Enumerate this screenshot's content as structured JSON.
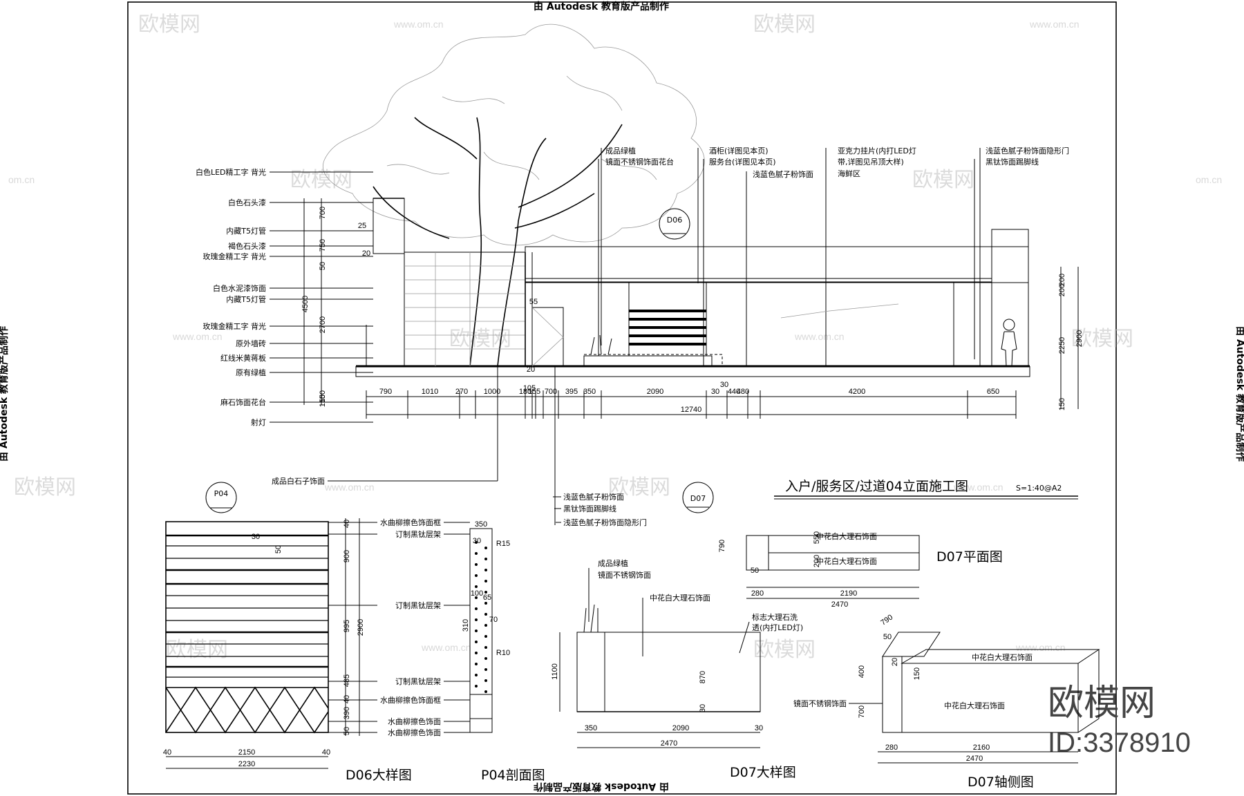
{
  "banner": {
    "top": "由 Autodesk 教育版产品制作",
    "bottom": "由 Autodesk 教育版产品制作",
    "left": "由 Autodesk 教育版产品制作",
    "right": "由 Autodesk 教育版产品制作"
  },
  "watermark": {
    "brand": "欧模网",
    "site": "www.om.cn",
    "short": "om.cn",
    "id": "ID:3378910"
  },
  "elevation": {
    "title": "入户/服务区/过道04立面施工图",
    "scale": "S=1:40@A2",
    "left_labels": [
      "白色LED精工字 背光",
      "白色石头漆",
      "内藏T5灯管",
      "褐色石头漆",
      "玫瑰金精工字 背光",
      "白色水泥漆饰面",
      "内藏T5灯管",
      "玫瑰金精工字 背光",
      "原外墙砖",
      "红线米黄蒋板",
      "原有绿植",
      "麻石饰面花台",
      "射灯"
    ],
    "top_labels": [
      "成品绿植",
      "镜面不锈钢饰面花台",
      "酒柜(详图见本页)",
      "服务台(详图见本页)",
      "浅蓝色腻子粉饰面",
      "亚克力挂片(内打LED灯",
      "带,详图见吊顶大样)",
      "海鲜区",
      "浅蓝色腻子粉饰面隐形门",
      "黑钛饰面踢脚线"
    ],
    "bottom_labels": [
      "成品白石子饰面",
      "浅蓝色腻子粉饰面",
      "黑钛饰面踢脚线",
      "浅蓝色腻子粉饰面隐形门"
    ],
    "left_dims": [
      "700",
      "750",
      "50",
      "4500",
      "2700",
      "150",
      "150"
    ],
    "right_dims": [
      "200",
      "200",
      "2900",
      "2250",
      "150"
    ],
    "bottom_dims": [
      "790",
      "1010",
      "270",
      "1000",
      "180",
      "155",
      "700",
      "395",
      "350",
      "2090",
      "30",
      "440",
      "480",
      "4200",
      "650"
    ],
    "total": "12740",
    "tags": [
      "D06",
      "D07"
    ],
    "small_dims": [
      "25",
      "20",
      "55",
      "105",
      "30",
      "20"
    ]
  },
  "d06": {
    "tag": "P04",
    "title": "D06大样图",
    "labels": [
      "水曲柳擦色饰面框",
      "订制黑钛层架",
      "订制黑钛层架",
      "订制黑钛层架",
      "水曲柳擦色饰面框",
      "水曲柳擦色饰面",
      "水曲柳擦色饰面"
    ],
    "dims_v": [
      "40",
      "900",
      "995",
      "2900",
      "485",
      "40",
      "390",
      "50"
    ],
    "dims_h": [
      "2150",
      "2230",
      "40",
      "40"
    ],
    "small": [
      "50",
      "30"
    ]
  },
  "p04": {
    "title": "P04剖面图",
    "dims": [
      "350",
      "30",
      "R15",
      "100",
      "65",
      "310",
      "70",
      "R10"
    ]
  },
  "d07_plan": {
    "title": "D07平面图",
    "labels": [
      "中花白大理石饰面",
      "中花白大理石饰面"
    ],
    "dims": [
      "790",
      "550",
      "200",
      "50",
      "280",
      "2190",
      "2470"
    ]
  },
  "d07_detail": {
    "title": "D07大样图",
    "labels": [
      "成品绿植",
      "镜面不锈钢饰面",
      "中花白大理石饰面",
      "标志大理石洗",
      "透(内打LED灯)"
    ],
    "dims": [
      "1100",
      "870",
      "30",
      "350",
      "2090",
      "30",
      "2470"
    ]
  },
  "d07_axon": {
    "title": "D07轴侧图",
    "labels": [
      "中花白大理石饰面",
      "中花白大理石饰面",
      "镜面不锈钢饰面"
    ],
    "dims": [
      "790",
      "50",
      "400",
      "20",
      "150",
      "700",
      "280",
      "2160",
      "2470"
    ]
  }
}
